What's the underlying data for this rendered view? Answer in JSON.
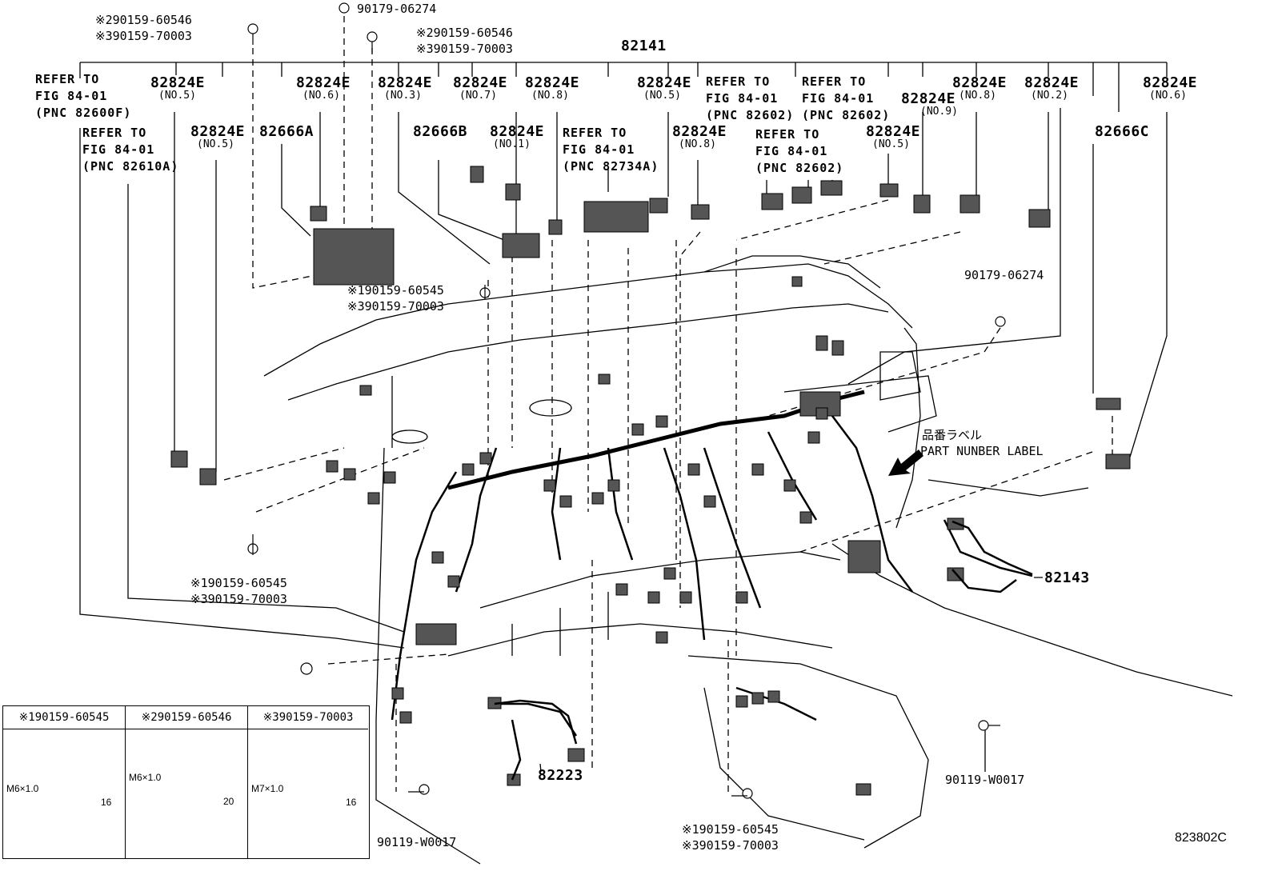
{
  "title_number": "82141",
  "top_fasteners": [
    {
      "a": "※290159-60546",
      "b": "※390159-70003"
    },
    {
      "a": "90179-06274"
    },
    {
      "a": "※290159-60546",
      "b": "※390159-70003"
    }
  ],
  "row1_parts": [
    {
      "pn": "82824E",
      "sub": "(NO.5)"
    },
    {
      "pn": "82824E",
      "sub": "(NO.6)"
    },
    {
      "pn": "82824E",
      "sub": "(NO.3)"
    },
    {
      "pn": "82824E",
      "sub": "(NO.7)"
    },
    {
      "pn": "82824E",
      "sub": "(NO.8)"
    },
    {
      "pn": "82824E",
      "sub": "(NO.5)"
    },
    {
      "pn": "82824E",
      "sub": "(NO.9)"
    },
    {
      "pn": "82824E",
      "sub": "(NO.8)"
    },
    {
      "pn": "82824E",
      "sub": "(NO.2)"
    },
    {
      "pn": "82824E",
      "sub": "(NO.6)"
    }
  ],
  "row2_parts": [
    {
      "pn": "82824E",
      "sub": "(NO.5)"
    },
    {
      "pn": "82666A"
    },
    {
      "pn": "82666B"
    },
    {
      "pn": "82824E",
      "sub": "(NO.1)"
    },
    {
      "pn": "82824E",
      "sub": "(NO.8)"
    },
    {
      "pn": "82824E",
      "sub": "(NO.5)"
    },
    {
      "pn": "82666C"
    }
  ],
  "refer_blocks": [
    {
      "l1": "REFER TO",
      "l2": "FIG 84-01",
      "l3": "(PNC 82600F)"
    },
    {
      "l1": "REFER TO",
      "l2": "FIG 84-01",
      "l3": "(PNC 82610A)"
    },
    {
      "l1": "REFER TO",
      "l2": "FIG 84-01",
      "l3": "(PNC 82734A)"
    },
    {
      "l1": "REFER TO",
      "l2": "FIG 84-01",
      "l3": "(PNC 82602)"
    },
    {
      "l1": "REFER TO",
      "l2": "FIG 84-01",
      "l3": "(PNC 82602)"
    },
    {
      "l1": "REFER TO",
      "l2": "FIG 84-01",
      "l3": "(PNC 82602)"
    }
  ],
  "mid_fasteners": [
    {
      "a": "※190159-60545",
      "b": "※390159-70003"
    },
    {
      "a": "90179-06274"
    },
    {
      "a": "※190159-60545",
      "b": "※390159-70003"
    }
  ],
  "label_jp": "品番ラベル",
  "label_en": "PART NUNBER LABEL",
  "part_82143": "82143",
  "part_82223": "82223",
  "bottom_fasteners": [
    {
      "a": "90119-W0017"
    },
    {
      "a": "※190159-60545",
      "b": "※390159-70003"
    },
    {
      "a": "90119-W0017"
    }
  ],
  "figure_code": "823802C",
  "legend": [
    {
      "header": "※190159-60545",
      "thread": "M6×1.0",
      "length": "16"
    },
    {
      "header": "※290159-60546",
      "thread": "M6×1.0",
      "length": "20"
    },
    {
      "header": "※390159-70003",
      "thread": "M7×1.0",
      "length": "16"
    }
  ]
}
